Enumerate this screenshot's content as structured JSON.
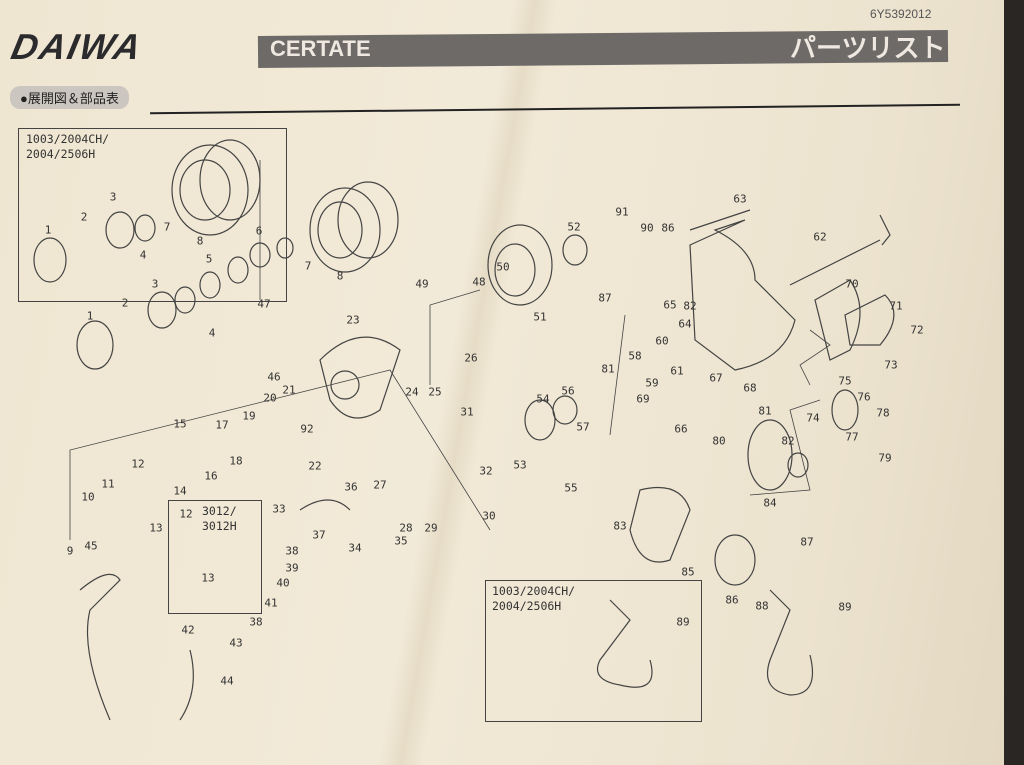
{
  "header": {
    "brand": "DAIWA",
    "model": "CERTATE",
    "title": "パーツリスト",
    "code": "6Y5392012",
    "section": "●展開図＆部品表"
  },
  "boxes": {
    "spool_variant_a": "1003/2004CH/",
    "spool_variant_b": "2004/2506H",
    "clip_variant": "3012/\n3012H",
    "handle_variant_a": "1003/2004CH/",
    "handle_variant_b": "2004/2506H"
  },
  "part_labels": [
    "1",
    "2",
    "3",
    "4",
    "7",
    "8",
    "6",
    "7",
    "8",
    "5",
    "3",
    "2",
    "4",
    "1",
    "47",
    "23",
    "46",
    "21",
    "20",
    "92",
    "19",
    "17",
    "18",
    "16",
    "15",
    "14",
    "12",
    "11",
    "10",
    "13",
    "9",
    "45",
    "22",
    "24",
    "25",
    "26",
    "31",
    "32",
    "36",
    "27",
    "28",
    "29",
    "30",
    "33",
    "37",
    "34",
    "35",
    "38",
    "39",
    "40",
    "41",
    "38",
    "42",
    "43",
    "44",
    "12",
    "13",
    "49",
    "48",
    "50",
    "51",
    "52",
    "53",
    "54",
    "56",
    "57",
    "55",
    "81",
    "58",
    "59",
    "60",
    "61",
    "64",
    "65",
    "66",
    "67",
    "68",
    "69",
    "62",
    "63",
    "70",
    "71",
    "72",
    "73",
    "74",
    "75",
    "76",
    "77",
    "78",
    "79",
    "80",
    "81",
    "82",
    "82",
    "86",
    "87",
    "90",
    "91",
    "83",
    "84",
    "85",
    "86",
    "87",
    "88",
    "89",
    "89"
  ]
}
